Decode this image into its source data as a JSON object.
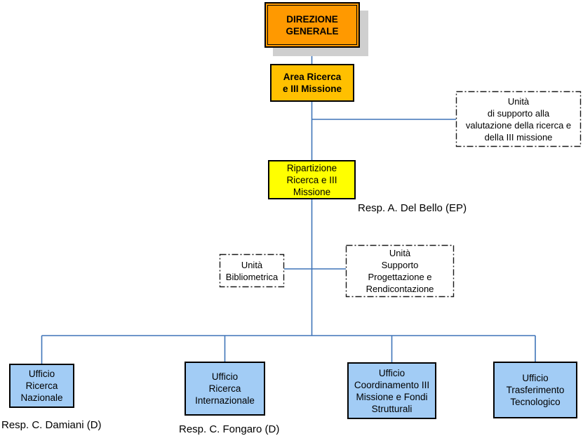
{
  "diagram": {
    "type": "org-chart",
    "language": "it",
    "background": "#FFFFFF"
  },
  "colors": {
    "connector_line": "#3E74B8",
    "box_border": "#000000",
    "top_box_fill": "#FF9900",
    "top_box_shadow": "#CFCFCF",
    "area_box_fill": "#FFC000",
    "ripartizione_box_fill": "#FFFF00",
    "office_box_fill": "#A2CCF5"
  },
  "nodes": {
    "direzione_generale": {
      "label": "DIREZIONE\nGENERALE"
    },
    "area_ricerca": {
      "label": "Area Ricerca\ne III Missione"
    },
    "unita_supporto_valutazione": {
      "label": "Unità\ndi supporto alla\nvalutazione della ricerca e\ndella III missione"
    },
    "ripartizione_ricerca": {
      "label": "Ripartizione\nRicerca e III\nMissione"
    },
    "unita_bibliometrica": {
      "label": "Unità\nBibliometrica"
    },
    "unita_supporto_progettazione": {
      "label": "Unità\nSupporto\nProgettazione e\nRendicontazione"
    },
    "ufficio_ricerca_nazionale": {
      "label": "Ufficio\nRicerca\nNazionale"
    },
    "ufficio_ricerca_internazionale": {
      "label": "Ufficio\nRicerca\nInternazionale"
    },
    "ufficio_coordinamento": {
      "label": "Ufficio\nCoordinamento III\nMissione e Fondi\nStrutturali"
    },
    "ufficio_trasferimento": {
      "label": "Ufficio\nTrasferimento\nTecnologico"
    }
  },
  "annotations": {
    "resp_ripartizione": "Resp. A. Del Bello (EP)",
    "resp_ricerca_nazionale": "Resp. C. Damiani (D)",
    "resp_ricerca_internazionale": "Resp. C. Fongaro (D)"
  }
}
